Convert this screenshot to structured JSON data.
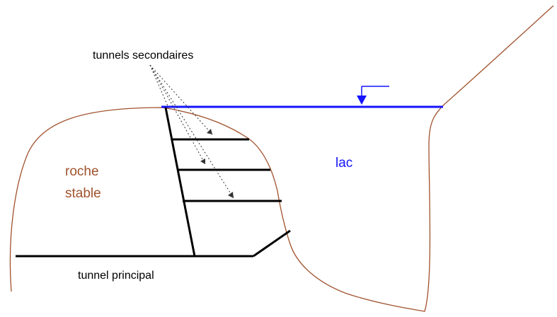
{
  "labels": {
    "secondary_tunnels": "tunnels secondaires",
    "rock_line1": "roche",
    "rock_line2": "stable",
    "lake": "lac",
    "main_tunnel": "tunnel principal"
  },
  "colors": {
    "rock_outline": "#a0522d",
    "rock_text": "#a0522d",
    "water_line": "#1414ff",
    "water_marker": "#1414ff",
    "lake_text": "#1414ff",
    "tunnel": "#000000",
    "arrow": "#333333",
    "label_text": "#000000"
  }
}
